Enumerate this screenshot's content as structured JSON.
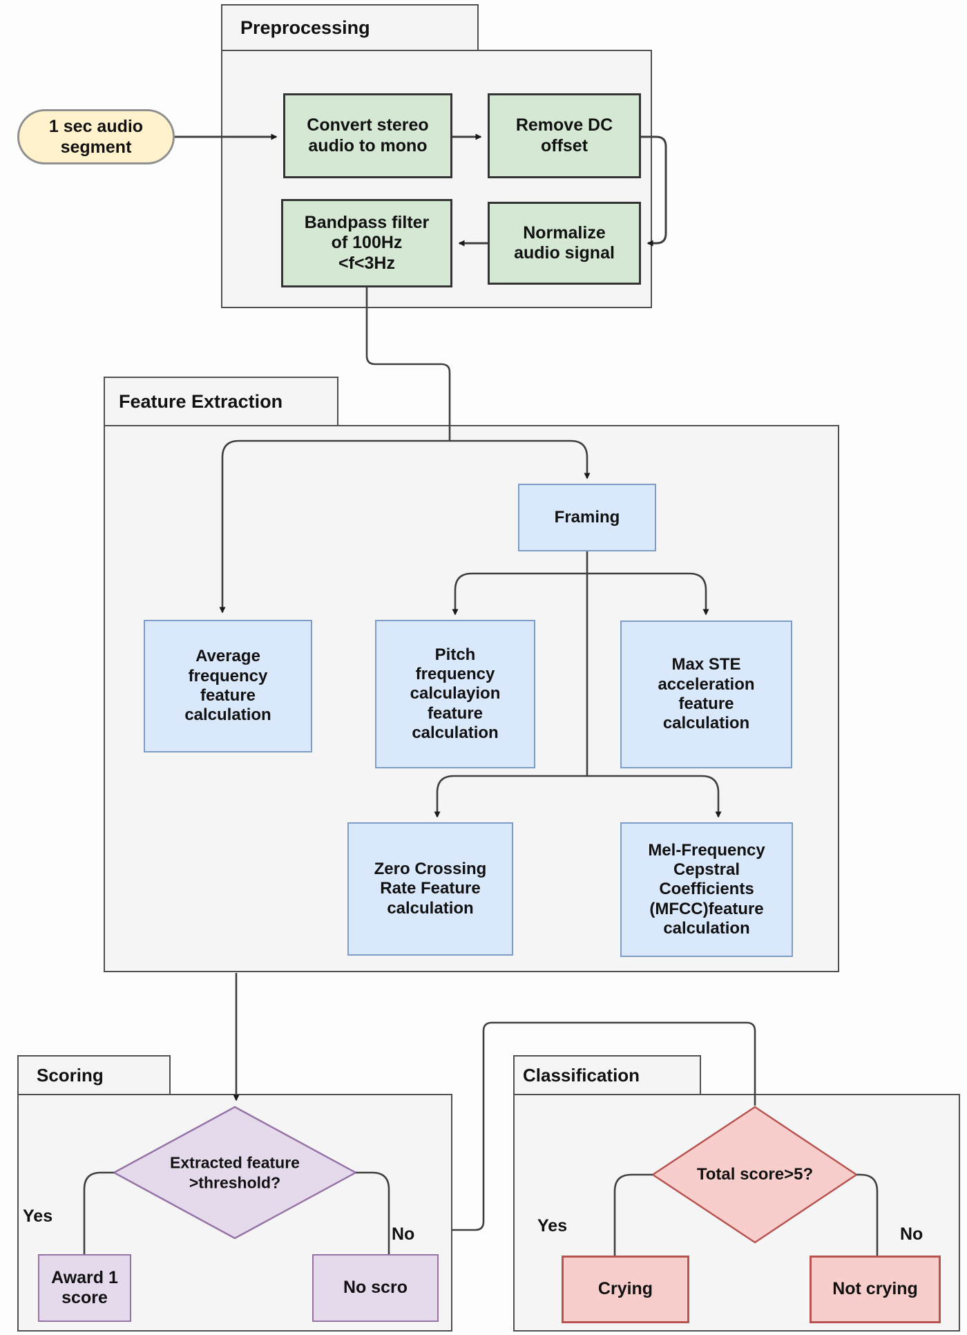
{
  "input": {
    "label": "1 sec audio segment"
  },
  "preprocessing": {
    "title": "Preprocessing",
    "convert": "Convert stereo audio to mono",
    "remove_dc": "Remove DC offset",
    "normalize": "Normalize audio signal",
    "bandpass": "Bandpass filter of 100Hz <f<3Hz"
  },
  "feature_extraction": {
    "title": "Feature Extraction",
    "framing": "Framing",
    "average": "Average frequency feature calculation",
    "pitch": "Pitch frequency calculayion feature calculation",
    "max_ste": "Max STE acceleration feature calculation",
    "zero_crossing": "Zero Crossing Rate Feature calculation",
    "mfcc": "Mel-Frequency Cepstral Coefficients (MFCC)feature calculation"
  },
  "scoring": {
    "title": "Scoring",
    "decision": "Extracted feature >threshold?",
    "yes_label": "Yes",
    "no_label": "No",
    "yes_node": "Award 1 score",
    "no_node": "No scro"
  },
  "classification": {
    "title": "Classification",
    "decision": "Total score>5?",
    "yes_label": "Yes",
    "no_label": "No",
    "yes_node": "Crying",
    "no_node": "Not crying"
  },
  "colors": {
    "container_fill": "#f5f5f5",
    "container_border": "#4f4f4f",
    "green_fill": "#d5e8d4",
    "green_border": "#333333",
    "blue_fill": "#dae8fc",
    "blue_border": "#7e9cc8",
    "purple_fill": "#e5d9ec",
    "purple_border": "#9673a6",
    "pink_fill": "#f8cecc",
    "pink_border": "#b85450",
    "input_fill": "#fff2cc",
    "input_border": "#8f8f8f",
    "line": "#3f3f3f",
    "text": "#111111"
  }
}
